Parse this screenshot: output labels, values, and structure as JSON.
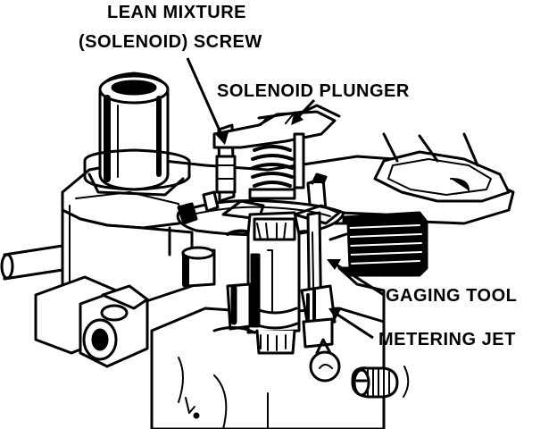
{
  "labels": {
    "lean_mixture_line1": "LEAN MIXTURE",
    "lean_mixture_line2": "(SOLENOID) SCREW",
    "solenoid_plunger": "SOLENOID PLUNGER",
    "gaging_tool": "GAGING TOOL",
    "metering_jet": "METERING JET"
  },
  "colors": {
    "ink": "#000000",
    "paper": "#ffffff"
  }
}
